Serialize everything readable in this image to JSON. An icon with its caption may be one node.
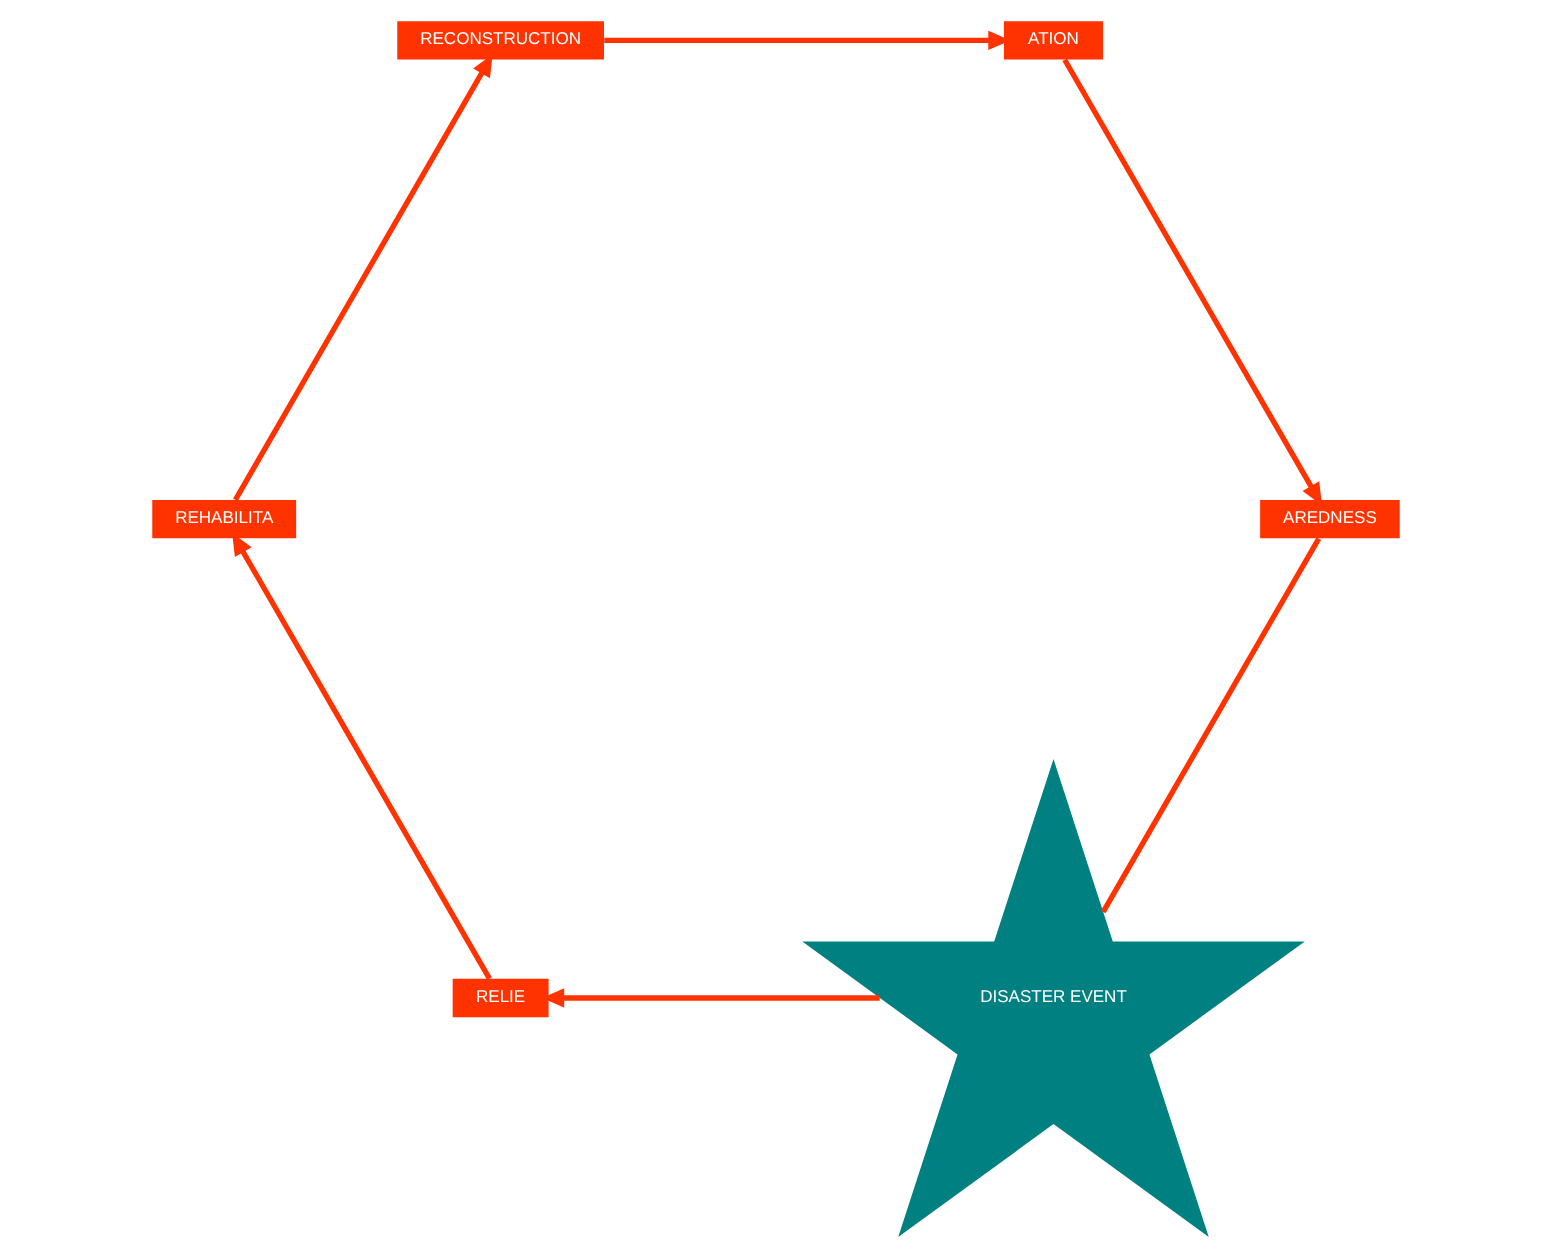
{
  "diagram": {
    "nodes": [
      {
        "text": [
          "DISASTER EVENT"
        ]
      },
      {
        "text": [
          "AREDNESS"
        ]
      },
      {
        "text": [
          "RELIE"
        ]
      },
      {
        "text": [
          "ATION"
        ]
      },
      {
        "text": [
          "REHABILITA"
        ]
      },
      {
        "text": [
          "RECONSTRUCTION"
        ]
      }
    ],
    "edges": [
      {
        "from": 0,
        "to": 2,
        "arrow": "to"
      },
      {
        "from": 2,
        "to": 4,
        "arrow": "to"
      },
      {
        "from": 4,
        "to": 5,
        "arrow": "to"
      },
      {
        "from": 5,
        "to": 3,
        "arrow": "to"
      },
      {
        "from": 3,
        "to": 1,
        "arrow": "to"
      },
      {
        "from": 1,
        "to": 0,
        "arrow": "none"
      }
    ]
  }
}
